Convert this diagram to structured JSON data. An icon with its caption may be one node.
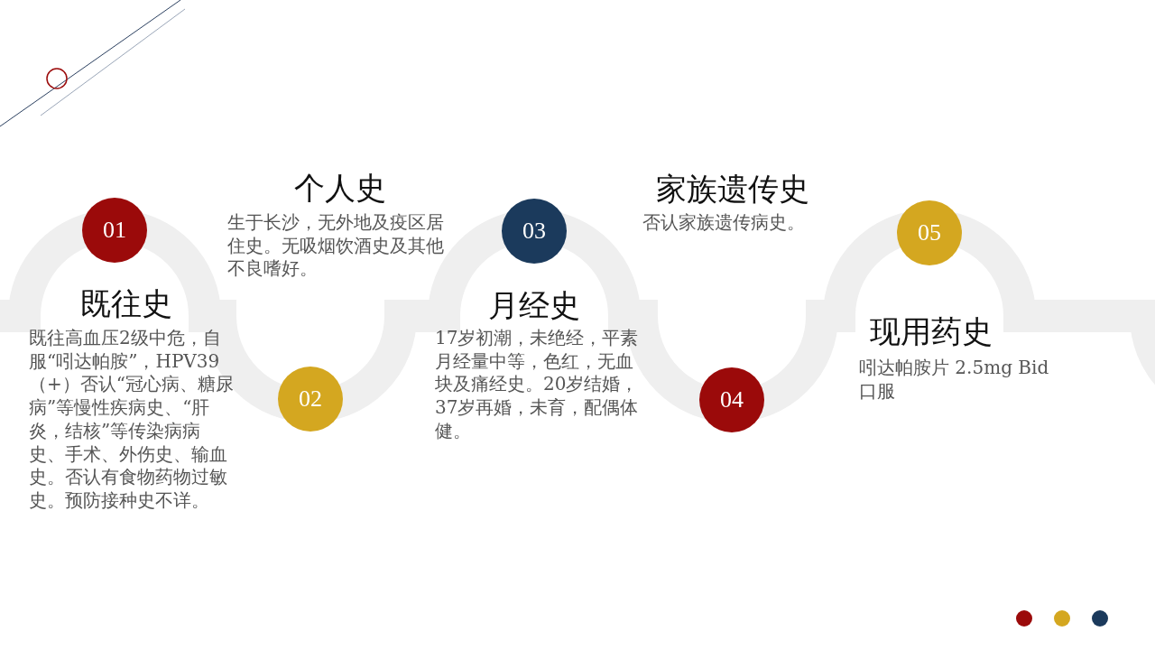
{
  "diagram": {
    "nodes": [
      {
        "text": [
          "01"
        ],
        "beside": [
          "既往史",
          "既往高血压2级中危，自服“吲达帕胺”，HPV39（+）否认“冠心病、糖尿病”等慢性疾病史、“肝炎，结核”等传染病病史、手术、外伤史、输血史。否认有食物药物过敏史。预防接种史不详。"
        ]
      },
      {
        "text": [
          "02"
        ],
        "beside": [
          "个人史",
          "生于长沙，无外地及疫区居住史。无吸烟饮酒史及其他不良嗜好。"
        ]
      },
      {
        "text": [
          "03"
        ],
        "beside": [
          "月经史",
          "17岁初潮，未绝经，平素月经量中等，色红，无血块及痛经史。20岁结婚，37岁再婚，未育，配偶体健。"
        ]
      },
      {
        "text": [
          "04"
        ],
        "beside": [
          "家族遗传史",
          "否认家族遗传病史。"
        ]
      },
      {
        "text": [
          "05"
        ],
        "beside": [
          "现用药史",
          "吲达帕胺片 2.5mg Bid 口服"
        ]
      }
    ]
  }
}
